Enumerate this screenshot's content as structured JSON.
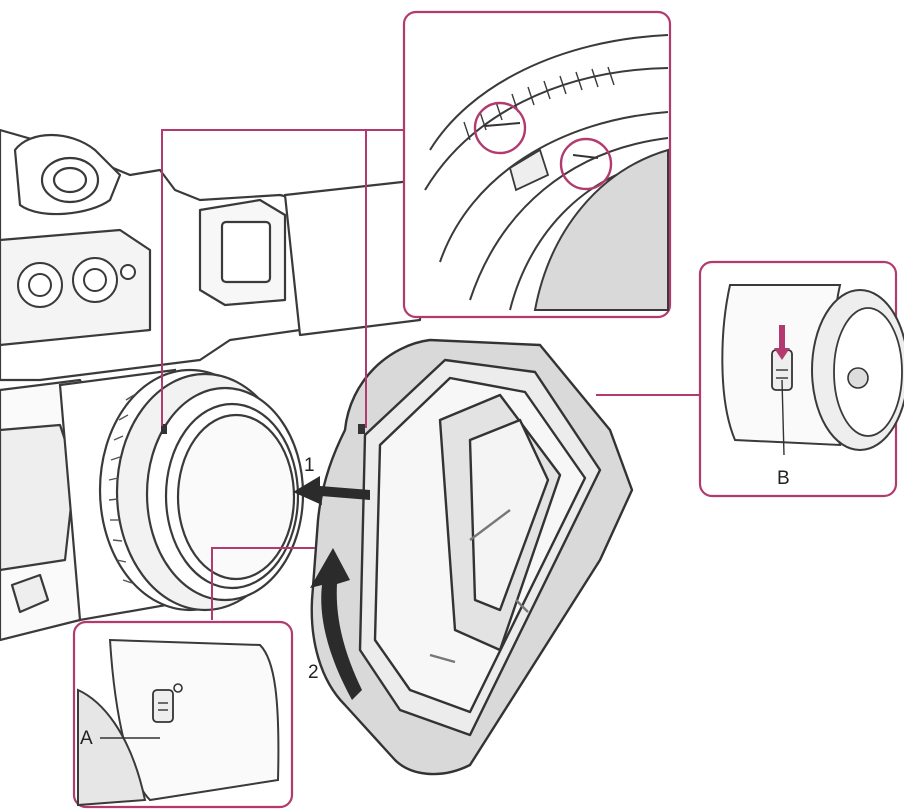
{
  "labels": {
    "step1": "1",
    "step2": "2",
    "callout_a": "A",
    "callout_b": "B"
  },
  "colors": {
    "callout_frame": "#b23a6e",
    "line_art": "#3a3a3a",
    "hood_fill": "#d9d9d9",
    "arrow": "#2b2b2b"
  }
}
